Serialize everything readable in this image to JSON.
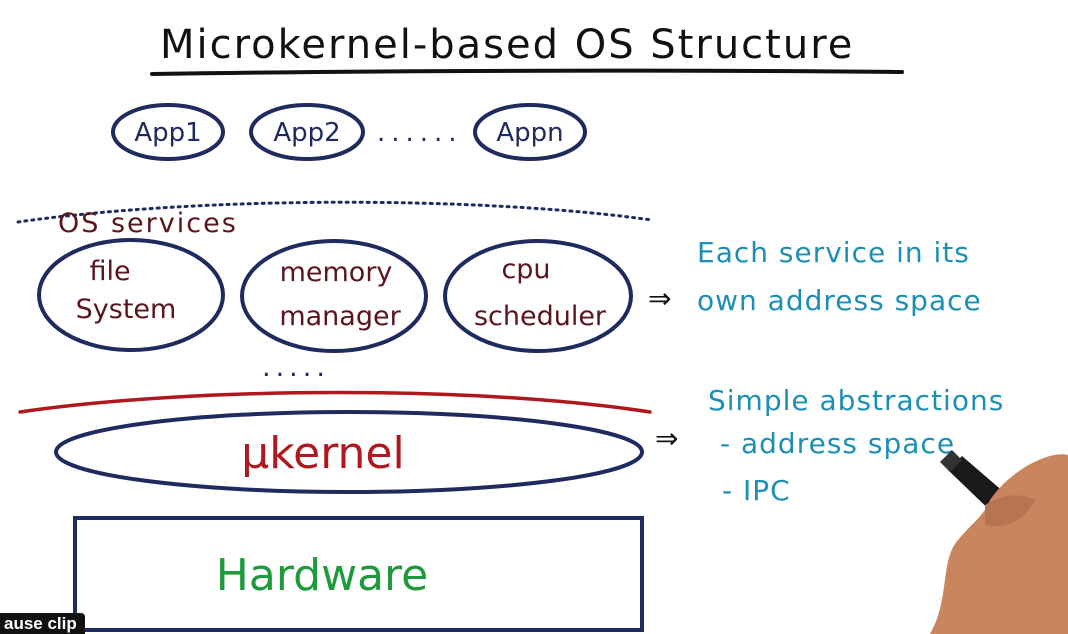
{
  "title": "Microkernel-based OS Structure",
  "apps": [
    "App1",
    "App2",
    "Appn"
  ],
  "apps_ellipsis": "......",
  "os_services": {
    "label": "OS services",
    "items": [
      {
        "line1": "file",
        "line2": "System"
      },
      {
        "line1": "memory",
        "line2": "manager"
      },
      {
        "line1": "cpu",
        "line2": "scheduler"
      }
    ],
    "more": "....."
  },
  "microkernel_label": "μkernel",
  "hardware_label": "Hardware",
  "notes": {
    "arrow": "⇒",
    "services_note_line1": "Each service in its",
    "services_note_line2": "own address space",
    "kernel_note_line1": "Simple abstractions",
    "kernel_note_line2": "- address space",
    "kernel_note_line3": "- IPC"
  },
  "controls": {
    "pause_label": "ause clip"
  },
  "colors": {
    "navy": "#1f2a5e",
    "ink": "#111111",
    "maroon": "#5a1520",
    "red": "#b01820",
    "green": "#1e9a3c",
    "teal": "#1e8fb4"
  }
}
